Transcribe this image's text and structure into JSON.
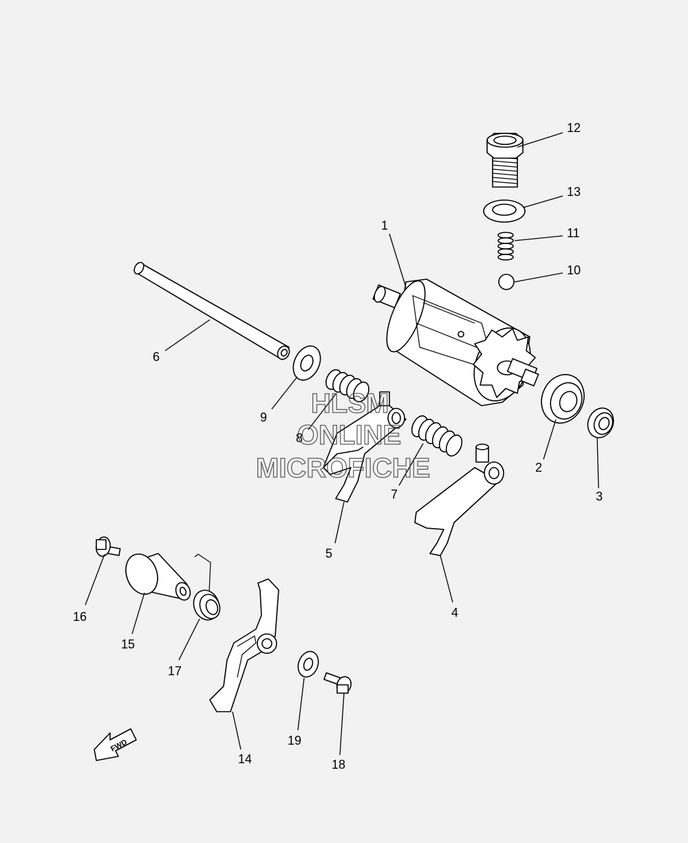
{
  "watermark": {
    "line1": "HLSM",
    "line2": "ONLINE",
    "line3": "MICROFICHE"
  },
  "direction_arrow": {
    "label": "FWD",
    "icon": "fwd-arrow-icon"
  },
  "callouts": {
    "p1": "1",
    "p2": "2",
    "p3": "3",
    "p4": "4",
    "p5": "5",
    "p6": "6",
    "p7": "7",
    "p8": "8",
    "p9": "9",
    "p10": "10",
    "p11": "11",
    "p12": "12",
    "p13": "13",
    "p14": "14",
    "p15": "15",
    "p16": "16",
    "p17": "17",
    "p18": "18",
    "p19": "19"
  }
}
